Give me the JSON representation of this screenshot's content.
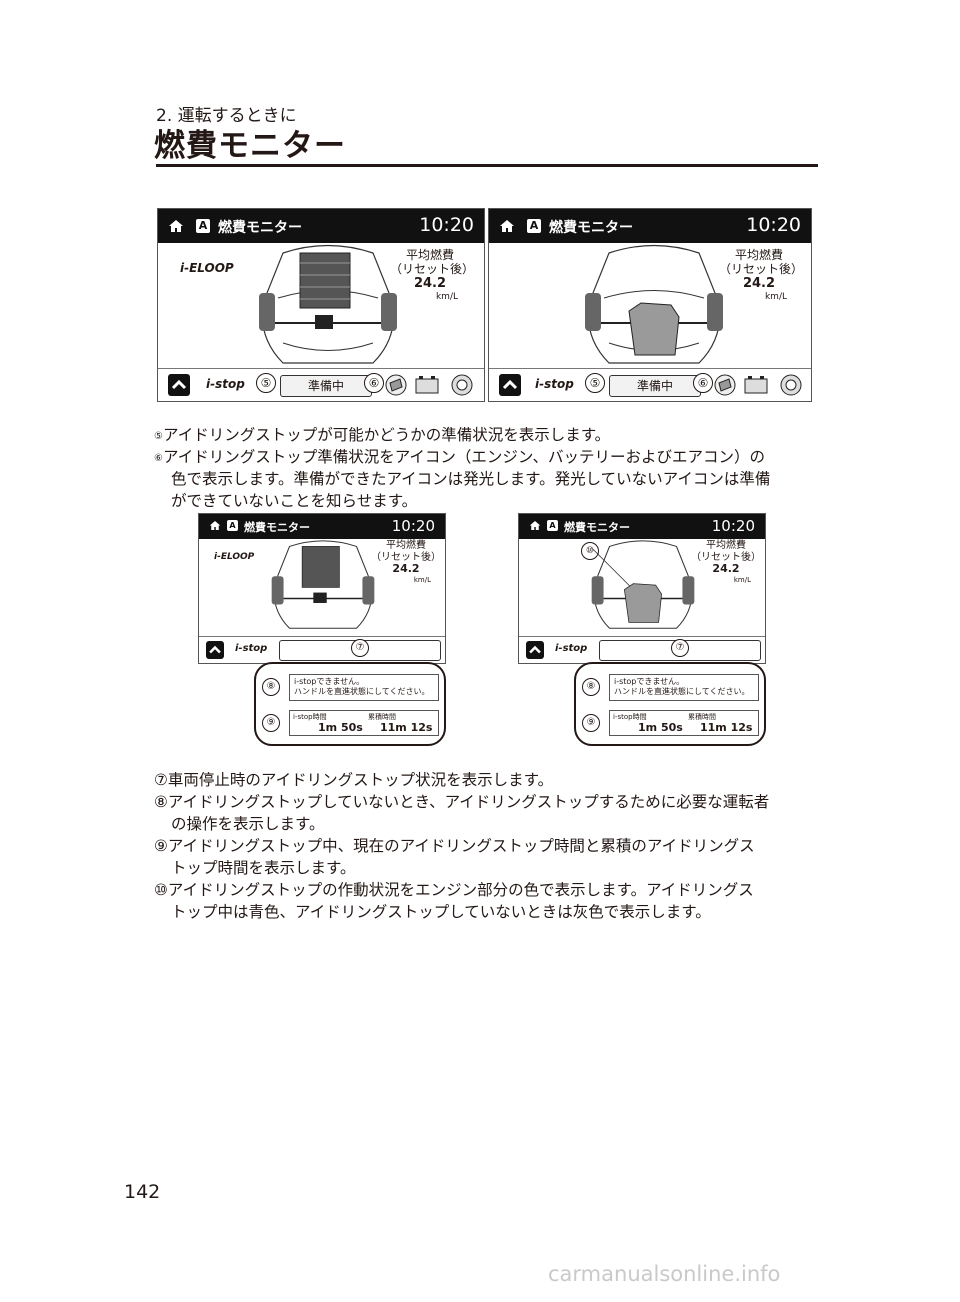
{
  "header": {
    "section": "2. 運転するときに",
    "title": "燃費モニター"
  },
  "screen": {
    "title": "燃費モニター",
    "clock": "10:20",
    "avg_label": "平均燃費",
    "reset_label": "（リセット後）",
    "value": "24.2",
    "unit": "km/L",
    "ieloop": "i-ELOOP",
    "istop": "i-stop",
    "status": "準備中",
    "a_icon": "A"
  },
  "callouts": {
    "n5": "⑤",
    "n6": "⑥",
    "n7": "⑦",
    "n8": "⑧",
    "n9": "⑨",
    "n10": "⑩"
  },
  "detail": {
    "message_line1": "i-stopできません。",
    "message_line2": "ハンドルを直進状態にしてください。",
    "istop_time_label": "i-stop時間",
    "istop_time_value": "1m 50s",
    "total_time_label": "累積時間",
    "total_time_value": "11m 12s"
  },
  "text": {
    "p5": "アイドリングストップが可能かどうかの準備状況を表示します。",
    "p6a": "アイドリングストップ準備状況をアイコン（エンジン、バッテリーおよびエアコン）の",
    "p6b": "色で表示します。準備ができたアイコンは発光します。発光していないアイコンは準備",
    "p6c": "ができていないことを知らせます。",
    "p7": "車両停止時のアイドリングストップ状況を表示します。",
    "p8a": "アイドリングストップしていないとき、アイドリングストップするために必要な運転者",
    "p8b": "の操作を表示します。",
    "p9a": "アイドリングストップ中、現在のアイドリングストップ時間と累積のアイドリングス",
    "p9b": "トップ時間を表示します。",
    "p10a": "アイドリングストップの作動状況をエンジン部分の色で表示します。アイドリングス",
    "p10b": "トップ中は青色、アイドリングストップしていないときは灰色で表示します。"
  },
  "footer": {
    "page_number": "142",
    "watermark": "carmanualsonline.info"
  },
  "colors": {
    "ink": "#231815",
    "header_bg": "#111111",
    "engine_gray": "#9a9a9a"
  }
}
